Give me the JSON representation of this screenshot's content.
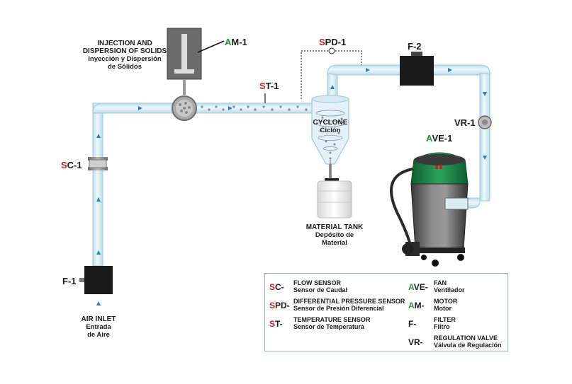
{
  "components": {
    "injection": {
      "title_en": "INJECTION AND",
      "title_en2": "DISPERSION OF SOLIDS",
      "title_es": "Inyección y Dispersión",
      "title_es2": "de Sólidos"
    },
    "am1": {
      "letter": "A",
      "rest": "M-1",
      "color": "#1f9a3a"
    },
    "spd1": {
      "letter": "S",
      "rest": "PD-1",
      "color": "#cc2222"
    },
    "st1": {
      "letter": "S",
      "rest": "T-1",
      "color": "#cc2222"
    },
    "f2": {
      "text": "F-2"
    },
    "vr1": {
      "text": "VR-1"
    },
    "ave1": {
      "letter": "A",
      "rest": "VE-1",
      "color": "#1f9a3a"
    },
    "sc1": {
      "letter": "S",
      "rest": "C-1",
      "color": "#cc2222"
    },
    "f1": {
      "text": "F-1"
    },
    "cyclone": {
      "en": "CYCLONE",
      "es": "Ciclón"
    },
    "tank": {
      "en": "MATERIAL TANK",
      "es": "Depósito de",
      "es2": "Material"
    },
    "air": {
      "en": "AIR INLET",
      "es": "Entrada",
      "es2": "de Aire"
    }
  },
  "legend": {
    "left": [
      {
        "letter": "S",
        "rest": "C-",
        "en": "FLOW SENSOR",
        "es": "Sensor de Caudal"
      },
      {
        "letter": "S",
        "rest": "PD-",
        "en": "DIFFERENTIAL PRESSURE SENSOR",
        "es": "Sensor de Presión Diferencial"
      },
      {
        "letter": "S",
        "rest": "T-",
        "en": "TEMPERATURE SENSOR",
        "es": "Sensor de Temperatura"
      }
    ],
    "right": [
      {
        "letter": "A",
        "rest": "VE-",
        "en": "FAN",
        "es": "Ventilador"
      },
      {
        "letter": "A",
        "rest": "M-",
        "en": "MOTOR",
        "es": "Motor"
      },
      {
        "letter": "",
        "rest": "F-",
        "en": "FILTER",
        "es": "Filtro"
      },
      {
        "letter": "",
        "rest": "VR-",
        "en": "REGULATION VALVE",
        "es": "Válvula de Regulación"
      }
    ]
  },
  "colors": {
    "pipe": "#cfe8f4",
    "pipe_edge": "#8fc3dc",
    "arrow": "#2a7fc0",
    "red": "#cc2222",
    "green": "#1f9a3a",
    "fan_green": "#1f8f4a"
  }
}
